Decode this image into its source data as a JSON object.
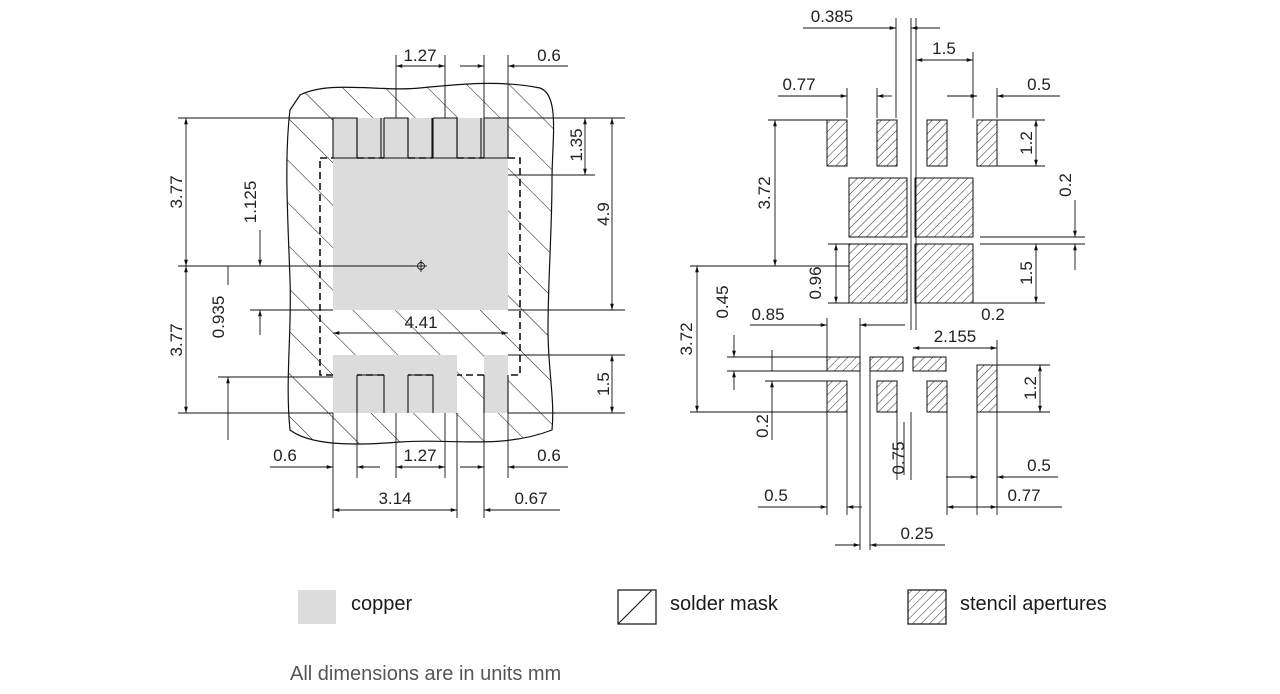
{
  "left_view": {
    "dims": {
      "pitch_top": "1.27",
      "lead_top": "0.6",
      "lead_len": "1.35",
      "half_h_upper": "3.77",
      "center_to_pad": "1.125",
      "body_h": "4.9",
      "half_h_lower": "3.77",
      "center_to_lead": "0.935",
      "pad_w": "4.41",
      "lower_lead_len": "1.5",
      "lead_left": "0.6",
      "pitch_bottom": "1.27",
      "lead_right": "0.6",
      "pad_group_w": "3.14",
      "gap_right": "0.67"
    }
  },
  "right_view": {
    "dims": {
      "ap_center": "0.385",
      "ap_group": "1.5",
      "ap_w_left": "0.77",
      "ap_w_right": "0.5",
      "half_h_upper": "3.72",
      "ap_h_top": "1.2",
      "web": "0.2",
      "sq_h": "1.5",
      "sq_half": "0.96",
      "gap_mid": "0.45",
      "ap_gap": "0.85",
      "web_gap": "0.2",
      "ap_span": "2.155",
      "half_h_lower": "3.72",
      "ap_h_bottom": "1.2",
      "small_web": "0.2",
      "ap_pitch": "0.75",
      "lead_w_right": "0.5",
      "lead_w_right2": "0.77",
      "lead_w_left": "0.5",
      "slot": "0.25"
    }
  },
  "legend": {
    "copper": "copper",
    "solder_mask": "solder mask",
    "stencil": "stencil apertures"
  },
  "colors": {
    "copper": "#dcdcdc",
    "line": "#111111"
  },
  "note": "All dimensions are in units mm"
}
